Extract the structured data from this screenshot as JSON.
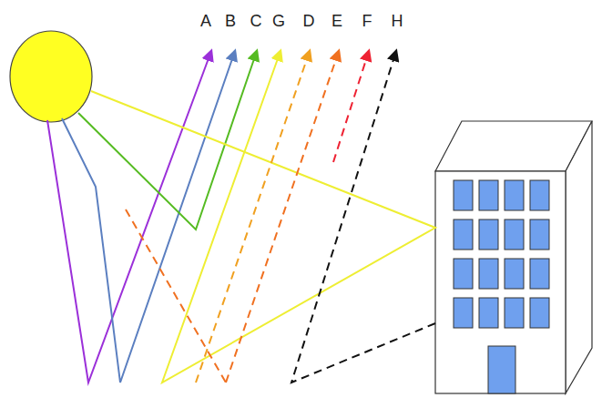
{
  "diagram": {
    "labels": [
      "A",
      "B",
      "C",
      "G",
      "D",
      "E",
      "F",
      "H"
    ]
  }
}
